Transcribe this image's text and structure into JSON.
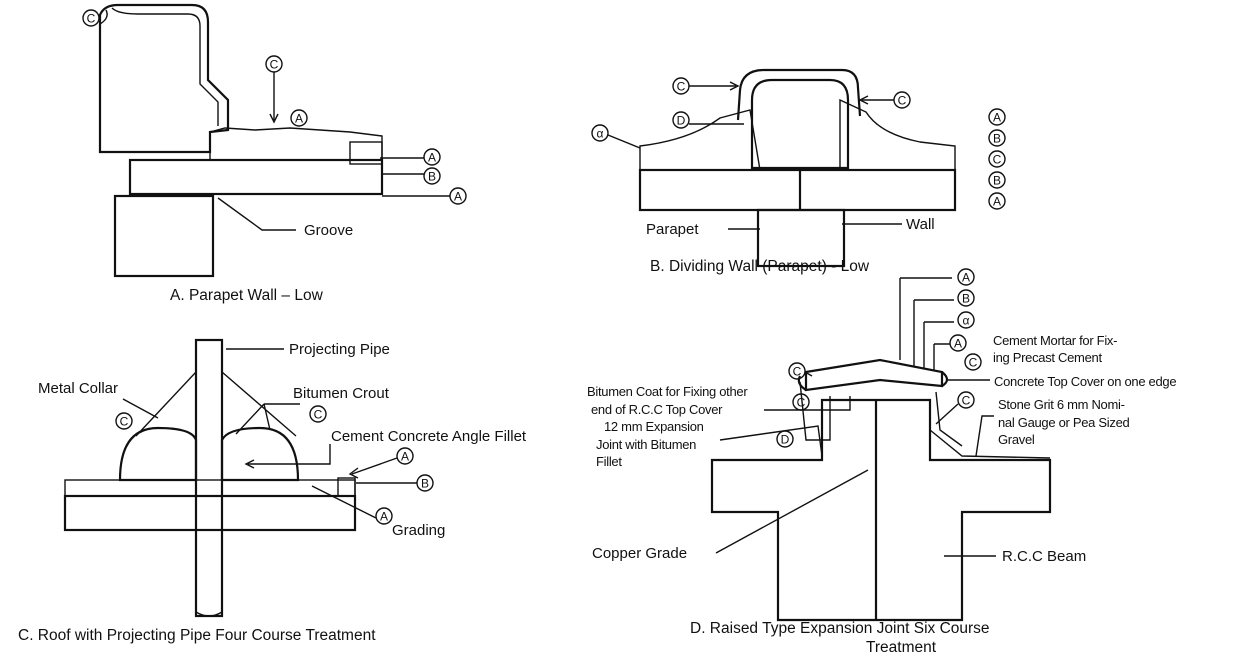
{
  "panels": {
    "a": {
      "caption": "A. Parapet Wall – Low",
      "labels": {
        "groove": "Groove"
      },
      "markers": [
        "C",
        "C",
        "A",
        "A",
        "B",
        "A"
      ]
    },
    "b": {
      "caption": "B. Dividing Wall (Parapet) - Low",
      "labels": {
        "parapet": "Parapet",
        "wall": "Wall"
      },
      "markers": [
        "C",
        "C",
        "D",
        "α"
      ],
      "legend": [
        "A",
        "B",
        "C",
        "B",
        "A"
      ]
    },
    "c": {
      "caption": "C. Roof with Projecting Pipe Four Course Treatment",
      "labels": {
        "projecting_pipe": "Projecting Pipe",
        "metal_collar": "Metal Collar",
        "bitumen_crout": "Bitumen Crout",
        "cement_fillet": "Cement Concrete Angle Fillet",
        "grading": "Grading"
      },
      "markers": [
        "C",
        "C",
        "A",
        "B",
        "A"
      ]
    },
    "d": {
      "caption_line1": "D.  Raised Type Expansion Joint Six Course",
      "caption_line2": "Treatment",
      "labels": {
        "mortar_1": "Cement Mortar for Fix-",
        "mortar_2": "ing Precast Cement",
        "top_cover": "Concrete Top Cover on one edge",
        "grit_1": "Stone Grit 6 mm Nomi-",
        "grit_2": "nal Gauge or Pea Sized",
        "grit_3": "Gravel",
        "bitumen_1": "Bitumen Coat for Fixing other",
        "bitumen_2": "end of R.C.C Top Cover",
        "joint_1": "12 mm Expansion",
        "joint_2": "Joint with Bitumen",
        "joint_3": "Fillet",
        "copper": "Copper Grade",
        "beam": "R.C.C Beam"
      },
      "markers": [
        "A",
        "B",
        "α",
        "A",
        "C",
        "C",
        "C",
        "C",
        "D"
      ]
    }
  }
}
